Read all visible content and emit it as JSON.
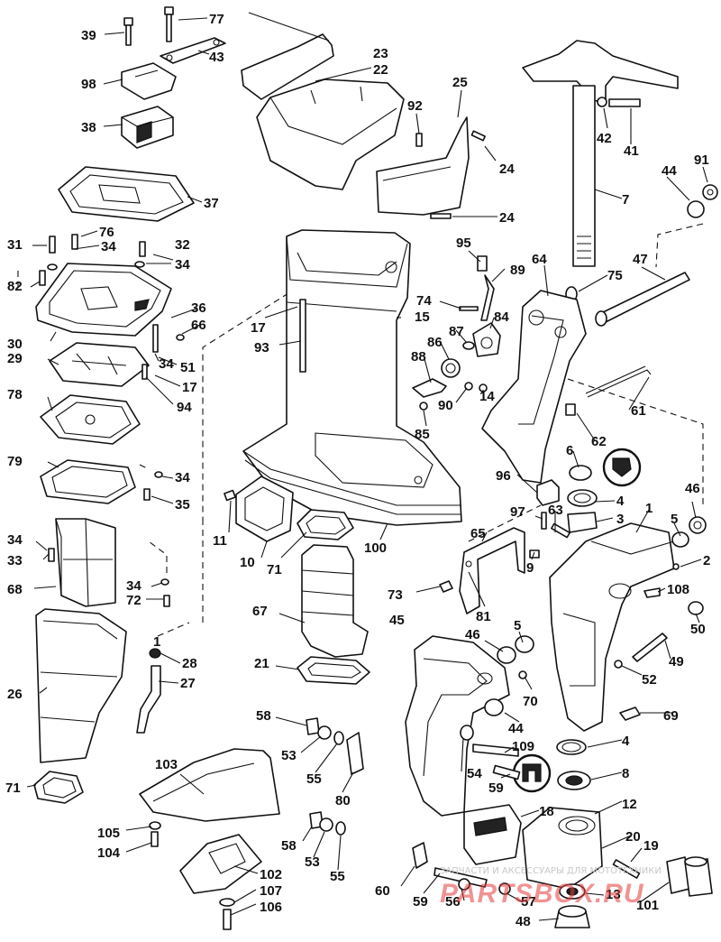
{
  "diagram": {
    "callouts": {
      "c1": "1",
      "c1b": "1",
      "c2": "2",
      "c3": "3",
      "c4": "4",
      "c4b": "4",
      "c5": "5",
      "c5b": "5",
      "c6": "6",
      "c7": "7",
      "c8": "8",
      "c9": "9",
      "c10": "10",
      "c11": "11",
      "c12": "12",
      "c13": "13",
      "c14": "14",
      "c15": "15",
      "c17": "17",
      "c17b": "17",
      "c18": "18",
      "c19": "19",
      "c20": "20",
      "c21": "21",
      "c22": "22",
      "c23": "23",
      "c24": "24",
      "c24b": "24",
      "c25": "25",
      "c26": "26",
      "c27": "27",
      "c28": "28",
      "c29": "29",
      "c30": "30",
      "c31": "31",
      "c32": "32",
      "c33": "33",
      "c34a": "34",
      "c34b": "34",
      "c34c": "34",
      "c34d": "34",
      "c34e": "34",
      "c34f": "34",
      "c35": "35",
      "c36": "36",
      "c37": "37",
      "c38": "38",
      "c39": "39",
      "c41": "41",
      "c42": "42",
      "c43": "43",
      "c44": "44",
      "c44b": "44",
      "c45": "45",
      "c46": "46",
      "c46b": "46",
      "c47": "47",
      "c48": "48",
      "c49": "49",
      "c50": "50",
      "c51": "51",
      "c52": "52",
      "c53": "53",
      "c53b": "53",
      "c54": "54",
      "c55": "55",
      "c55b": "55",
      "c56": "56",
      "c57": "57",
      "c58": "58",
      "c58b": "58",
      "c59": "59",
      "c59b": "59",
      "c60": "60",
      "c61": "61",
      "c62": "62",
      "c63": "63",
      "c64": "64",
      "c65": "65",
      "c66": "66",
      "c67": "67",
      "c68": "68",
      "c69": "69",
      "c70": "70",
      "c71": "71",
      "c71b": "71",
      "c72": "72",
      "c73": "73",
      "c74": "74",
      "c75": "75",
      "c76": "76",
      "c77": "77",
      "c78": "78",
      "c79": "79",
      "c80": "80",
      "c81": "81",
      "c82": "82",
      "c84": "84",
      "c85": "85",
      "c86": "86",
      "c87": "87",
      "c88": "88",
      "c89": "89",
      "c90": "90",
      "c91": "91",
      "c92": "92",
      "c93": "93",
      "c94": "94",
      "c95": "95",
      "c96": "96",
      "c97": "97",
      "c98": "98",
      "c100": "100",
      "c101": "101",
      "c102": "102",
      "c103": "103",
      "c104": "104",
      "c105": "105",
      "c106": "106",
      "c107": "107",
      "c108": "108",
      "c109": "109"
    }
  },
  "watermark": {
    "caption": "ЗАПЧАСТИ И АКСЕССУАРЫ ДЛЯ МОТОТЕХНИКИ",
    "brand": "PARTSBOX.RU",
    "color": "#e43a3a"
  }
}
